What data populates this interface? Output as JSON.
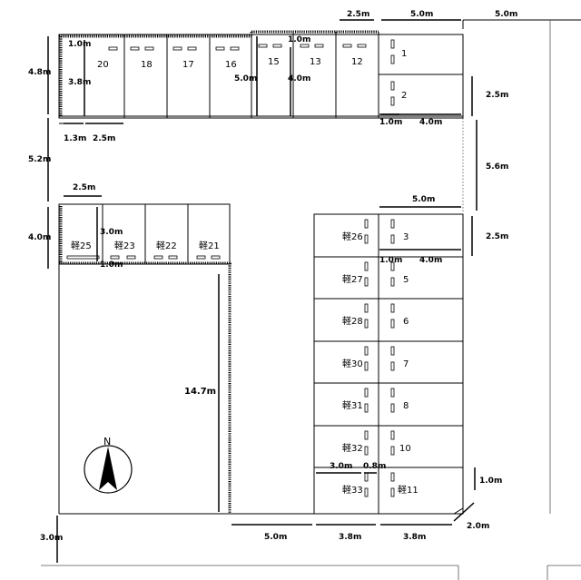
{
  "dimensions": {
    "top_2_5": "2.5m",
    "top_5_0a": "5.0m",
    "top_5_0b": "5.0m",
    "left_4_8": "4.8m",
    "left_5_2": "5.2m",
    "left_4_0": "4.0m",
    "left_3_0": "3.0m",
    "d_1_0_top": "1.0m",
    "d_3_8": "3.8m",
    "d_1_3": "1.3m",
    "d_2_5_row1": "2.5m",
    "d_2_5_mid": "2.5m",
    "d_3_0": "3.0m",
    "d_1_0_k": "1.0m",
    "d_5_0_15": "5.0m",
    "d_1_0_15": "1.0m",
    "d_4_0_13": "4.0m",
    "d_1_0_s2": "1.0m",
    "d_4_0_s2": "4.0m",
    "d_2_5_right": "2.5m",
    "d_5_6": "5.6m",
    "d_5_0_right": "5.0m",
    "d_2_5_right2": "2.5m",
    "d_1_0_s3": "1.0m",
    "d_4_0_s3": "4.0m",
    "d_14_7": "14.7m",
    "d_3_0_k33": "3.0m",
    "d_0_8": "0.8m",
    "d_1_0_r": "1.0m",
    "d_2_0": "2.0m",
    "bottom_5_0": "5.0m",
    "bottom_3_8a": "3.8m",
    "bottom_3_8b": "3.8m"
  },
  "spaces": {
    "s20": "20",
    "s18": "18",
    "s17": "17",
    "s16": "16",
    "s15": "15",
    "s13": "13",
    "s12": "12",
    "s1": "1",
    "s2": "2",
    "k25": "軽25",
    "k23": "軽23",
    "k22": "軽22",
    "k21": "軽21",
    "k26": "軽26",
    "s3": "3",
    "k27": "軽27",
    "s5": "5",
    "k28": "軽28",
    "s6": "6",
    "k30": "軽30",
    "s7": "7",
    "k31": "軽31",
    "s8": "8",
    "k32": "軽32",
    "s10": "10",
    "k33": "軽33",
    "k11": "軽11"
  },
  "compass": {
    "label": "N"
  }
}
